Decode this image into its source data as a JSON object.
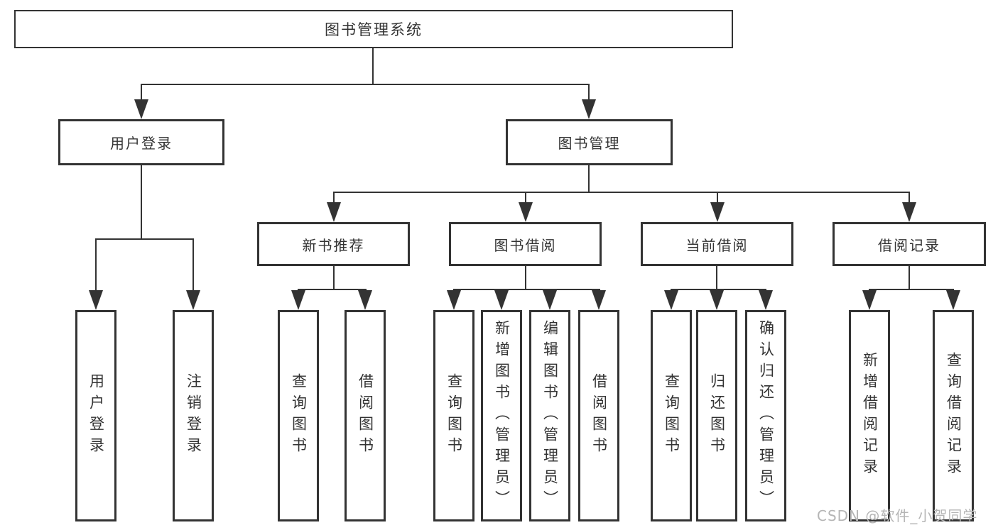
{
  "colors": {
    "line": "#333333",
    "text": "#333333",
    "watermark": "#b5b5b5",
    "background": "#ffffff"
  },
  "diagram": {
    "root": "图书管理系统",
    "user_login": {
      "label": "用户登录",
      "children": [
        "用户登录",
        "注销登录"
      ]
    },
    "book_mgmt": {
      "label": "图书管理",
      "sections": [
        {
          "label": "新书推荐",
          "children": [
            "查询图书",
            "借阅图书"
          ]
        },
        {
          "label": "图书借阅",
          "children": [
            "查询图书",
            "新增图书（管理员）",
            "编辑图书（管理员）",
            "借阅图书"
          ]
        },
        {
          "label": "当前借阅",
          "children": [
            "查询图书",
            "归还图书",
            "确认归还（管理员）"
          ]
        },
        {
          "label": "借阅记录",
          "children": [
            "新增借阅记录",
            "查询借阅记录"
          ]
        }
      ]
    }
  },
  "watermark": "CSDN @软件_小贺同学"
}
